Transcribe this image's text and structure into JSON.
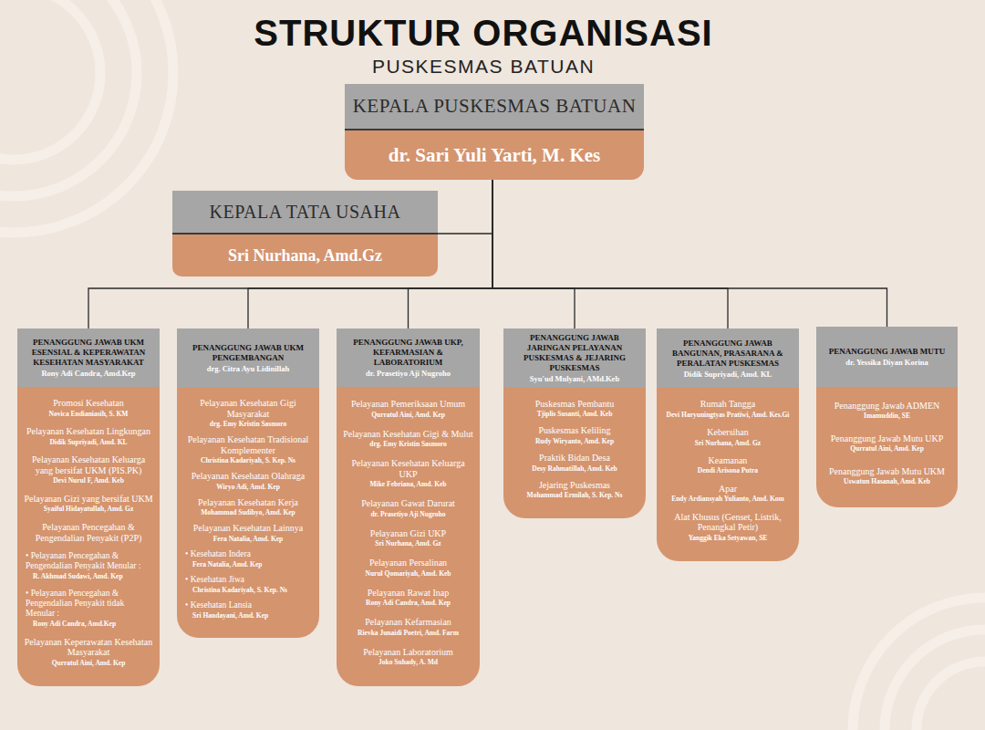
{
  "diagram": {
    "title": "STRUKTUR ORGANISASI",
    "nodes": [
      {
        "text": [
          "KEPALA PUSKESMAS BATUAN",
          "dr. Sari Yuli Yarti, M. Kes"
        ]
      },
      {
        "text": [
          "KEPALA TATA USAHA",
          "Sri Nurhana, Amd.Gz"
        ]
      },
      {
        "text": [
          "PENANGGUNG JAWAB UKM ESENSIAL & KEPERAWATAN KESEHATAN MASYARAKAT",
          "Rony Adi Candra, Amd.Kep",
          "Promosi Kesehatan",
          "Novica Endianiasih, S. KM",
          "Pelayanan Kesehatan Lingkungan",
          "Didik Supriyadi, Amd. KL",
          "Pelayanan Kesehatan Keluarga yang bersifat UKM (PIS.PK)",
          "Devi Nurul F, Amd. Keb",
          "Pelayanan Gizi yang bersifat UKM",
          "Syaiful Hidayatullah, Amd. Gz",
          "Pelayanan Pencegahan & Pengendalian Penyakit (P2P)",
          "• Pelayanan Pencegahan & Pengendalian Penyakit Menular :",
          "R. Akhmad Sudawi, Amd. Kep",
          "• Pelayanan Pencegahan & Pengendalian Penyakit tidak Menular :",
          "Rony Adi Candra, Amd.Kep",
          "Pelayanan Keperawatan Kesehatan Masyarakat",
          "Qurratul Aini, Amd. Kep"
        ]
      },
      {
        "text": [
          "PENANGGUNG JAWAB UKM PENGEMBANGAN",
          "drg. Citra Ayu Lidinillah",
          "Pelayanan Kesehatan Gigi Masyarakat",
          "drg. Emy Kristin Sasmoro",
          "Pelayanan Kesehatan Tradisional Komplementer",
          "Christina Kadariyah, S. Kep. Ns",
          "Pelayanan Kesehatan Olahraga",
          "Wiryo Adi, Amd. Kep",
          "Pelayanan Kesehatan Kerja",
          "Mohammad Sudibyo, Amd. Kep",
          "Pelayanan Kesehatan Lainnya",
          "Fera Natalia, Amd. Kep",
          "• Kesehatan Indera",
          "Fera Natalia, Amd. Kep",
          "• Kesehatan Jiwa",
          "Christina Kadariyah, S. Kep. Ns",
          "• Kesehatan Lansia",
          "Sri Handayani, Amd. Kep"
        ]
      },
      {
        "text": [
          "PENANGGUNG JAWAB UKP, KEFARMASIAN & LABORATORIUM",
          "dr. Prasetiyo Aji Nugroho",
          "Pelayanan Pemeriksaan Umum",
          "Qurratul Aini, Amd. Kep",
          "Pelayanan Kesehatan Gigi & Mulut",
          "drg. Emy Kristin Sasmoro",
          "Pelayanan Kesehatan Keluarga UKP",
          "Mike Febriana, Amd. Keb",
          "Pelayanan Gawat Darurat",
          "dr. Prasetiyo Aji Nugroho",
          "Pelayanan Gizi UKP",
          "Sri Nurhana, Amd. Gz",
          "Pelayanan Persalinan",
          "Nurul Qomariyah, Amd. Keb",
          "Pelayanan Rawat Inap",
          "Rony Adi Candra, Amd. Kep",
          "Pelayanan Kefarmasian",
          "Rievka Junaidi Poetri, Amd. Farm",
          "Pelayanan Laboratorium",
          "Joko Suhady, A. Md"
        ]
      },
      {
        "text": [
          "PENANGGUNG JAWAB JARINGAN PELAYANAN PUSKESMAS & JEJARING PUSKESMAS",
          "Syu'ud Mulyani, AMd.Keb",
          "Puskesmas Pembantu",
          "Tjiplis Susanti, Amd. Keb",
          "Puskesmas Keliling",
          "Rudy Wiryanto, Amd. Kep",
          "Praktik Bidan Desa",
          "Desy Rahmatillah, Amd. Keb",
          "Jejaring Puskesmas",
          "Mohammad Ermilah, S. Kep. Ns"
        ]
      },
      {
        "text": [
          "PENANGGUNG JAWAB BANGUNAN, PRASARANA & PERALATAN PUSKESMAS",
          "Didik Supriyadi, Amd. KL",
          "Rumah Tangga",
          "Devi Haryuningtyas Pratiwi, Amd. Kes.Gi",
          "Kebersihan",
          "Sri Nurhana, Amd. Gz",
          "Keamanan",
          "Dendi Arisona Putra",
          "Apar",
          "Endy Ardiansyah Yulianto, Amd. Kom",
          "Alat Khusus (Genset, Listrik, Penangkal Petir)",
          "Yanggik Eka Setyawan, SE"
        ]
      },
      {
        "text": [
          "PENANGGUNG JAWAB MUTU",
          "dr. Yessika Diyan Korina",
          "Penanggung Jawab ADMEN",
          "Imamuddin, SE",
          "Penanggung Jawab Mutu UKP",
          "Qurratul Aini, Amd. Kep",
          "Penanggung Jawab Mutu UKM",
          "Uswatun Hasanah, Amd. Keb"
        ]
      }
    ],
    "edges": [
      {
        "from": 0,
        "to": 1,
        "arrow": "none"
      },
      {
        "from": 0,
        "to": 2,
        "arrow": "none"
      },
      {
        "from": 0,
        "to": 3,
        "arrow": "none"
      },
      {
        "from": 0,
        "to": 4,
        "arrow": "none"
      },
      {
        "from": 0,
        "to": 5,
        "arrow": "none"
      },
      {
        "from": 0,
        "to": 6,
        "arrow": "none"
      },
      {
        "from": 0,
        "to": 7,
        "arrow": "none"
      }
    ],
    "labels": [
      "PUSKESMAS BATUAN"
    ]
  }
}
